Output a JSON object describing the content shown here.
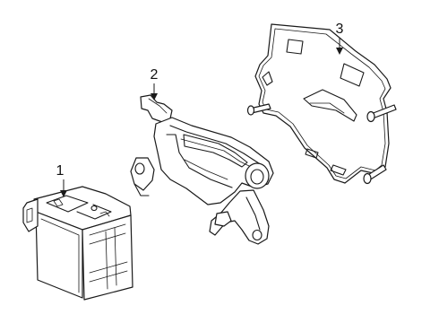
{
  "callouts": [
    {
      "id": "1",
      "label": "1",
      "part": "radar-sensor-module"
    },
    {
      "id": "2",
      "label": "2",
      "part": "sensor-mounting-bracket"
    },
    {
      "id": "3",
      "label": "3",
      "part": "mounting-plate"
    }
  ]
}
